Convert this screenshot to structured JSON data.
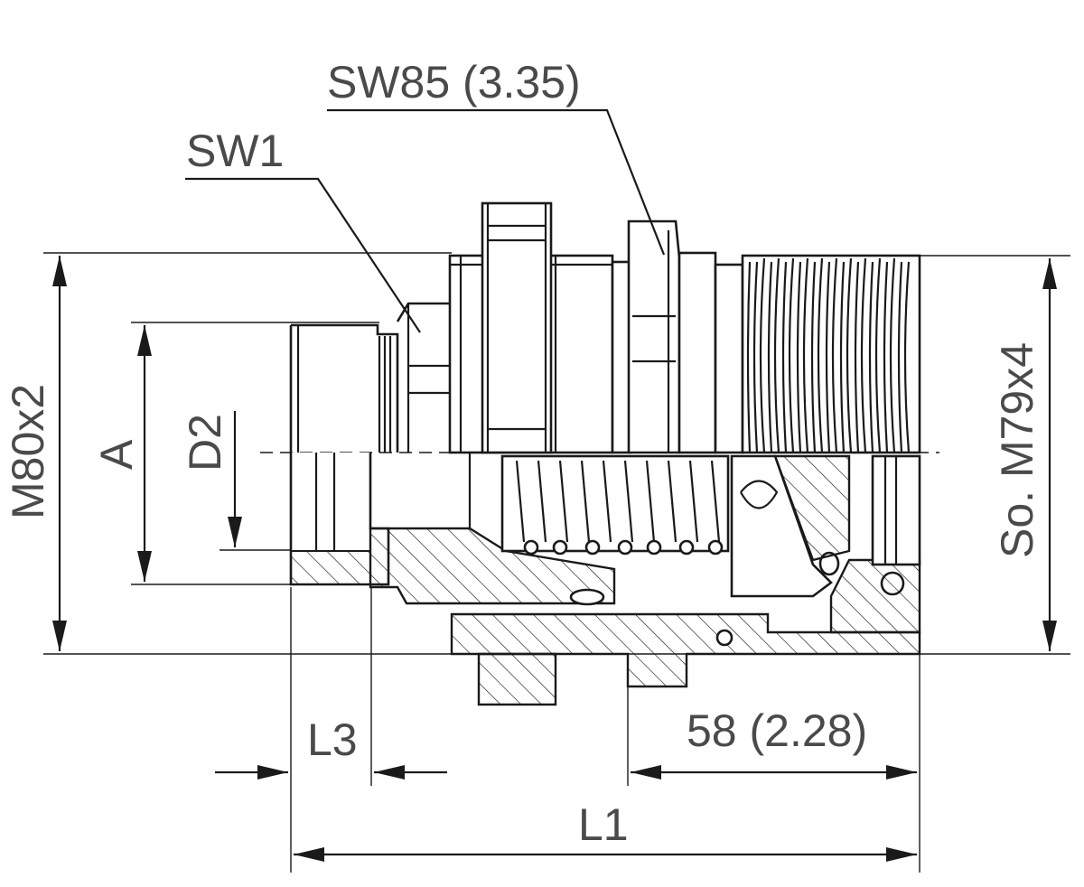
{
  "labels": {
    "sw85": "SW85 (3.35)",
    "sw1": "SW1",
    "m80x2": "M80x2",
    "a": "A",
    "d2": "D2",
    "so_m79x4": "So. M79x4",
    "l3": "L3",
    "dim_58": "58 (2.28)",
    "l1": "L1"
  },
  "colors": {
    "line": "#1a1a1a",
    "text": "#4a4a4a",
    "background": "#ffffff"
  }
}
